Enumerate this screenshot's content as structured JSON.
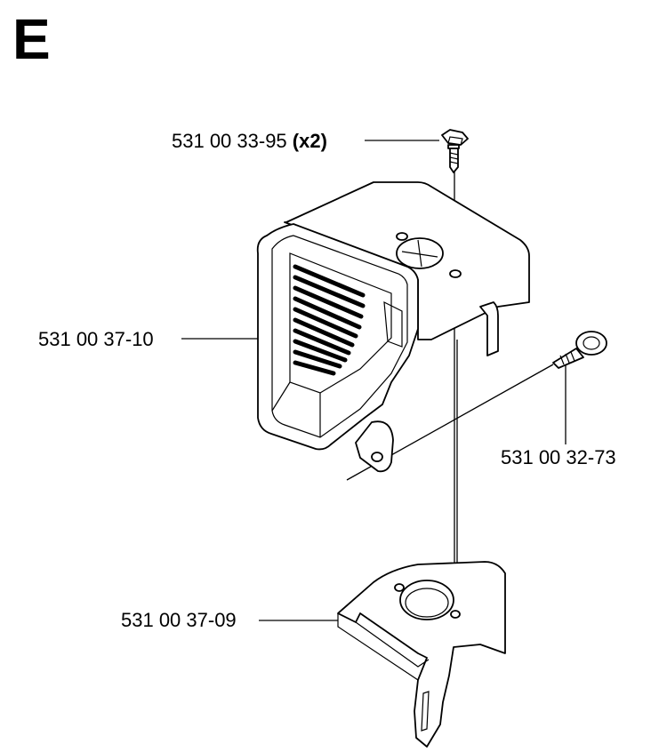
{
  "diagram": {
    "section_letter": "E",
    "parts": [
      {
        "part_number": "531 00 33-95",
        "quantity": "(x2)",
        "name": "cover-screw"
      },
      {
        "part_number": "531 00 37-10",
        "quantity": "",
        "name": "muffler-cover"
      },
      {
        "part_number": "531 00 32-73",
        "quantity": "",
        "name": "side-screw"
      },
      {
        "part_number": "531 00 37-09",
        "quantity": "",
        "name": "bracket"
      }
    ]
  }
}
